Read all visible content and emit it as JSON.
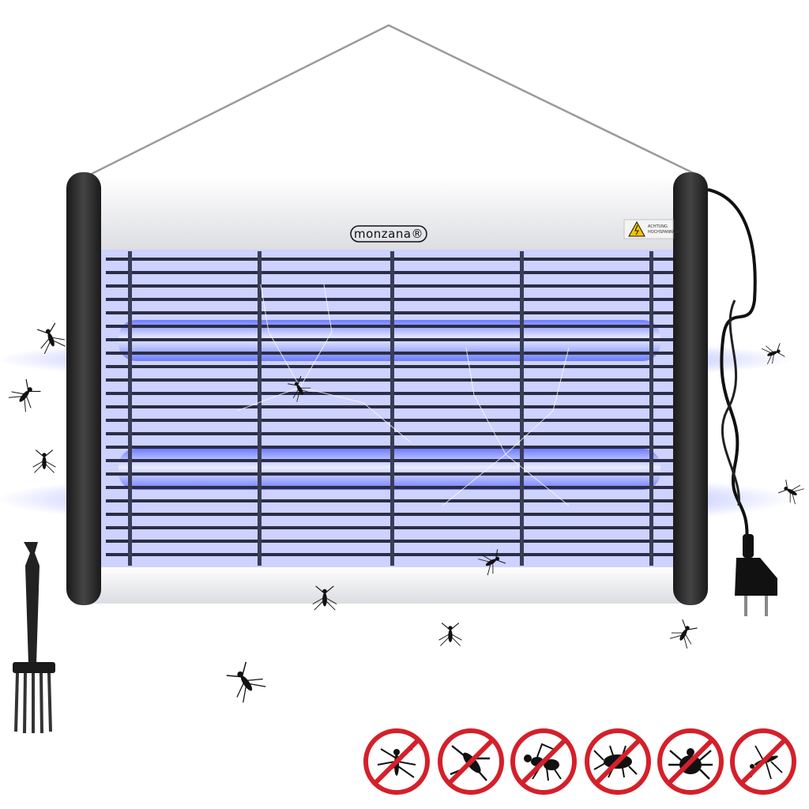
{
  "product": {
    "brand_label": "monzana®",
    "warning_label_line1": "ACHTUNG",
    "warning_label_line2": "HOCHSPANNUNG",
    "uv_color": "#5a6cff",
    "housing_color": "#2a2a2a"
  },
  "accessories": {
    "brush": "cleaning-brush",
    "plug": "eu-power-plug"
  },
  "insect_badges": [
    {
      "id": "mosquito",
      "icon": "mosquito-icon"
    },
    {
      "id": "fly",
      "icon": "fly-icon"
    },
    {
      "id": "wasp",
      "icon": "wasp-icon"
    },
    {
      "id": "cockroach",
      "icon": "cockroach-icon"
    },
    {
      "id": "tick",
      "icon": "tick-icon"
    },
    {
      "id": "gnat",
      "icon": "gnat-icon"
    }
  ],
  "colors": {
    "prohibition_red": "#d4202a",
    "badge_bg": "#ffffff",
    "insect_black": "#111111"
  }
}
